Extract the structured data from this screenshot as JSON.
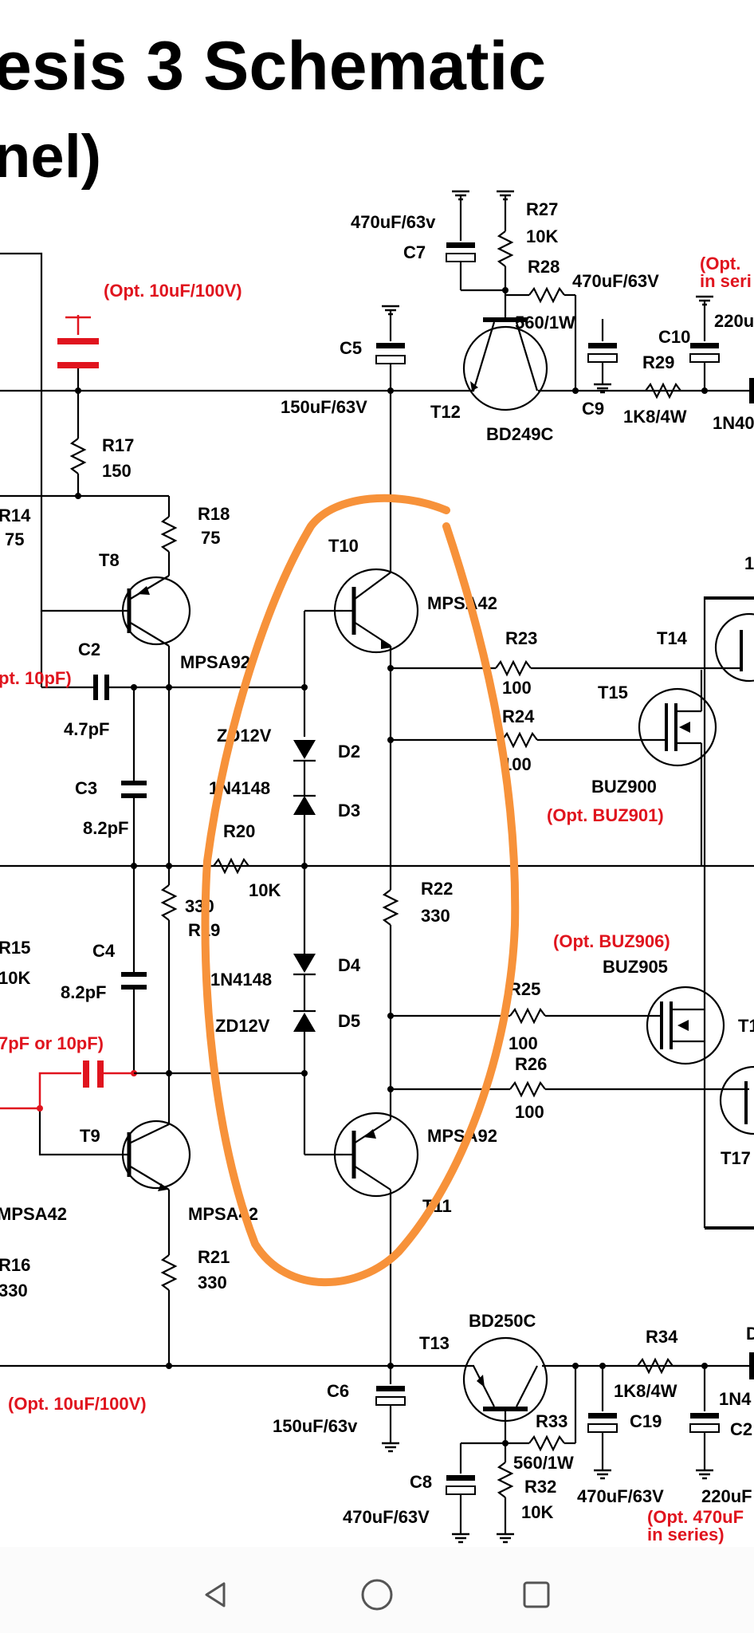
{
  "title": {
    "line1": "esis 3 Schematic",
    "line2": "nel)"
  },
  "labels": {
    "r27": "R27",
    "r27v": "10K",
    "c7v": "470uF/63v",
    "c7": "C7",
    "r28": "R28",
    "r28v": "560/1W",
    "c9": "C9",
    "c9v": "470uF/63V",
    "c10": "C10",
    "c10v": "220u",
    "r29": "R29",
    "r29v": "1K8/4W",
    "d_top": "1N40",
    "c5": "C5",
    "c5v": "150uF/63V",
    "t12": "T12",
    "t12v": "BD249C",
    "r17": "R17",
    "r17v": "150",
    "r14": "R14",
    "r14v": "75",
    "r18": "R18",
    "r18v": "75",
    "t8": "T8",
    "t8v": "MPSA92",
    "c2": "C2",
    "c2v": "4.7pF",
    "c3": "C3",
    "c3v": "8.2pF",
    "t10": "T10",
    "t10v": "MPSA42",
    "zd12v_a": "ZD12V",
    "n4148_a": "1N4148",
    "d2": "D2",
    "d3": "D3",
    "r20": "R20",
    "r20v": "10K",
    "r22": "R22",
    "r22v": "330",
    "r19": "R19",
    "r19v": "330",
    "r15": "R15",
    "r15v": "10K",
    "c4": "C4",
    "c4v": "8.2pF",
    "n4148_b": "1N4148",
    "zd12v_b": "ZD12V",
    "d4": "D4",
    "d5": "D5",
    "r23": "R23",
    "r23v": "100",
    "r24": "R24",
    "r24v": "100",
    "t14": "T14",
    "t15": "T15",
    "buz900": "BUZ900",
    "buz905": "BUZ905",
    "r25": "R25",
    "r25v": "100",
    "r26": "R26",
    "r26v": "100",
    "t17": "T17",
    "t16": "T1",
    "t9": "T9",
    "t9v": "MPSA42",
    "mpsa42_l": "MPSA42",
    "t11": "T11",
    "t11v": "MPSA92",
    "r16": "R16",
    "r16v": "330",
    "r21": "R21",
    "r21v": "330",
    "t13": "T13",
    "t13v": "BD250C",
    "r34": "R34",
    "r34v": "1K8/4W",
    "d_bot": "1N4",
    "c6": "C6",
    "c6v": "150uF/63v",
    "r33": "R33",
    "r33v": "560/1W",
    "c19": "C19",
    "c19v": "470uF/63V",
    "c8": "C8",
    "c8v": "470uF/63V",
    "r32": "R32",
    "r32v": "10K",
    "c20v": "220uF",
    "c20": "C2",
    "d_top_r": "1",
    "d_bot_r": "D"
  },
  "red_notes": {
    "opt_10uf_top": "(Opt. 10uF/100V)",
    "opt_top_right_1": "(Opt.",
    "opt_top_right_2": "in seri",
    "opt_10pf": "pt. 10pF)",
    "opt_buz901": "(Opt. BUZ901)",
    "opt_buz906": "(Opt. BUZ906)",
    "opt_7pf": "7pF or 10pF)",
    "opt_10uf_bot": "(Opt. 10uF/100V)",
    "opt_470uf_1": "(Opt. 470uF",
    "opt_470uf_2": "in series)"
  },
  "colors": {
    "wire": "#000000",
    "optional": "#e0141e",
    "highlight": "#f7923a"
  },
  "nav": {
    "back": "back-icon",
    "home": "home-icon",
    "recents": "recents-icon"
  }
}
